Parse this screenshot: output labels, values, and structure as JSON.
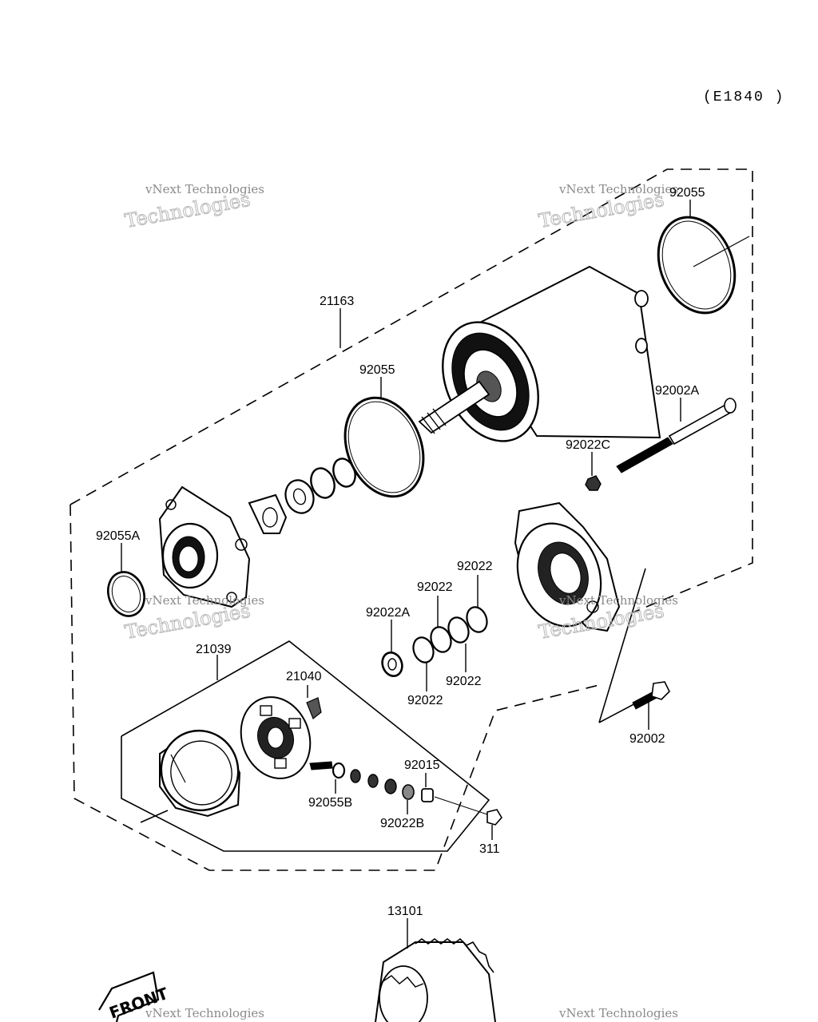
{
  "diagram_code": "(E1840 )",
  "parts": {
    "p21163": "21163",
    "p92055_top": "92055",
    "p92055_mid": "92055",
    "p92002A": "92002A",
    "p92022C": "92022C",
    "p92055A": "92055A",
    "p92022_a": "92022",
    "p92022_b": "92022",
    "p92022A": "92022A",
    "p92022_c": "92022",
    "p92022_d": "92022",
    "p21039": "21039",
    "p21040": "21040",
    "p92015": "92015",
    "p92055B": "92055B",
    "p92022B": "92022B",
    "p311": "311",
    "p92002": "92002",
    "p13101": "13101"
  },
  "front_label": "FRONT",
  "watermark": {
    "line1": "vNext Technologies",
    "line2": "Technologies",
    "line3": "vNext"
  }
}
